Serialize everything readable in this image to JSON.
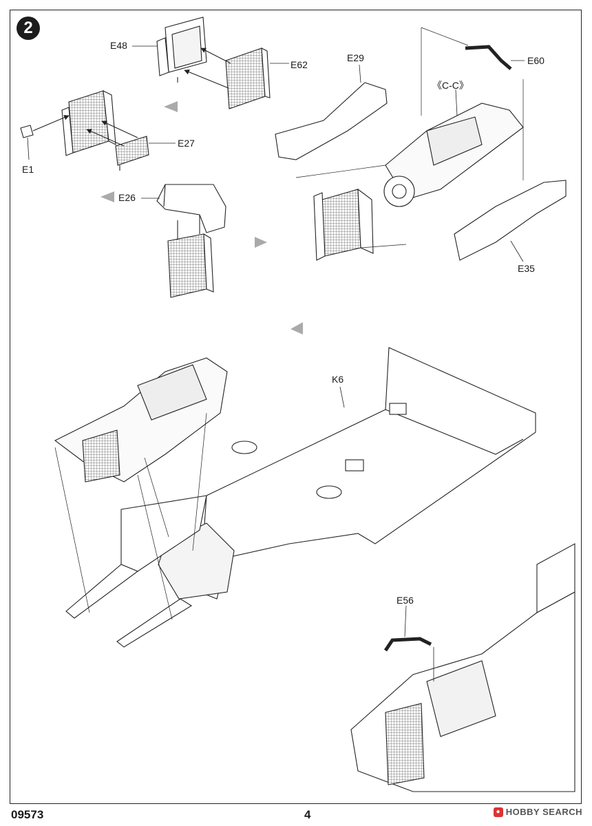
{
  "step": {
    "number": "2"
  },
  "parts": {
    "e48": "E48",
    "e62": "E62",
    "e1": "E1",
    "e27": "E27",
    "e26": "E26",
    "e29": "E29",
    "e60": "E60",
    "cc": "《C-C》",
    "e35": "E35",
    "k6": "K6",
    "e56": "E56"
  },
  "footer": {
    "code": "09573",
    "page": "4",
    "watermark": "HOBBY SEARCH"
  }
}
